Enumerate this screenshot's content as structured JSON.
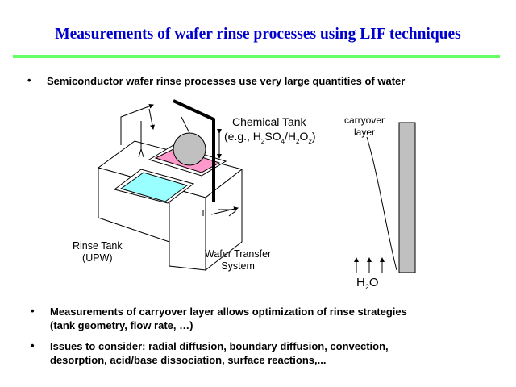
{
  "slide": {
    "title": "Measurements of wafer rinse processes using LIF techniques",
    "bullets": [
      "Semiconductor wafer rinse processes use very large quantities of water",
      "Measurements of carryover layer allows optimization of rinse strategies",
      "(tank geometry, flow rate, …)",
      "Issues to consider:  radial diffusion, boundary diffusion, convection,",
      "desorption, acid/base dissociation, surface reactions,..."
    ],
    "bullet_marker": "•"
  },
  "diagram": {
    "chemical_tank_label": "Chemical Tank",
    "chemical_example_open": "(e.g., H",
    "sub_2a": "2",
    "so4_text": "SO",
    "sub_4": "4",
    "slash_h": "/H",
    "sub_2b": "2",
    "o_text": "O",
    "sub_2c": "2",
    "close_paren": ")",
    "carryover_line1": "carryover",
    "carryover_line2": "layer",
    "rinse_tank_line1": "Rinse Tank",
    "rinse_tank_line2": "(UPW)",
    "wafer_transfer_line1": "Wafer Transfer",
    "wafer_transfer_line2": "System",
    "h2o_h": "H",
    "h2o_sub": "2",
    "h2o_o": "O"
  },
  "colors": {
    "title": "#0000cc",
    "rule": "#66ff66",
    "chemical_bath": "#ff99cc",
    "rinse_bath": "#99ffff",
    "wafer": "#c0c0c0",
    "wall": "#c0c0c0"
  }
}
